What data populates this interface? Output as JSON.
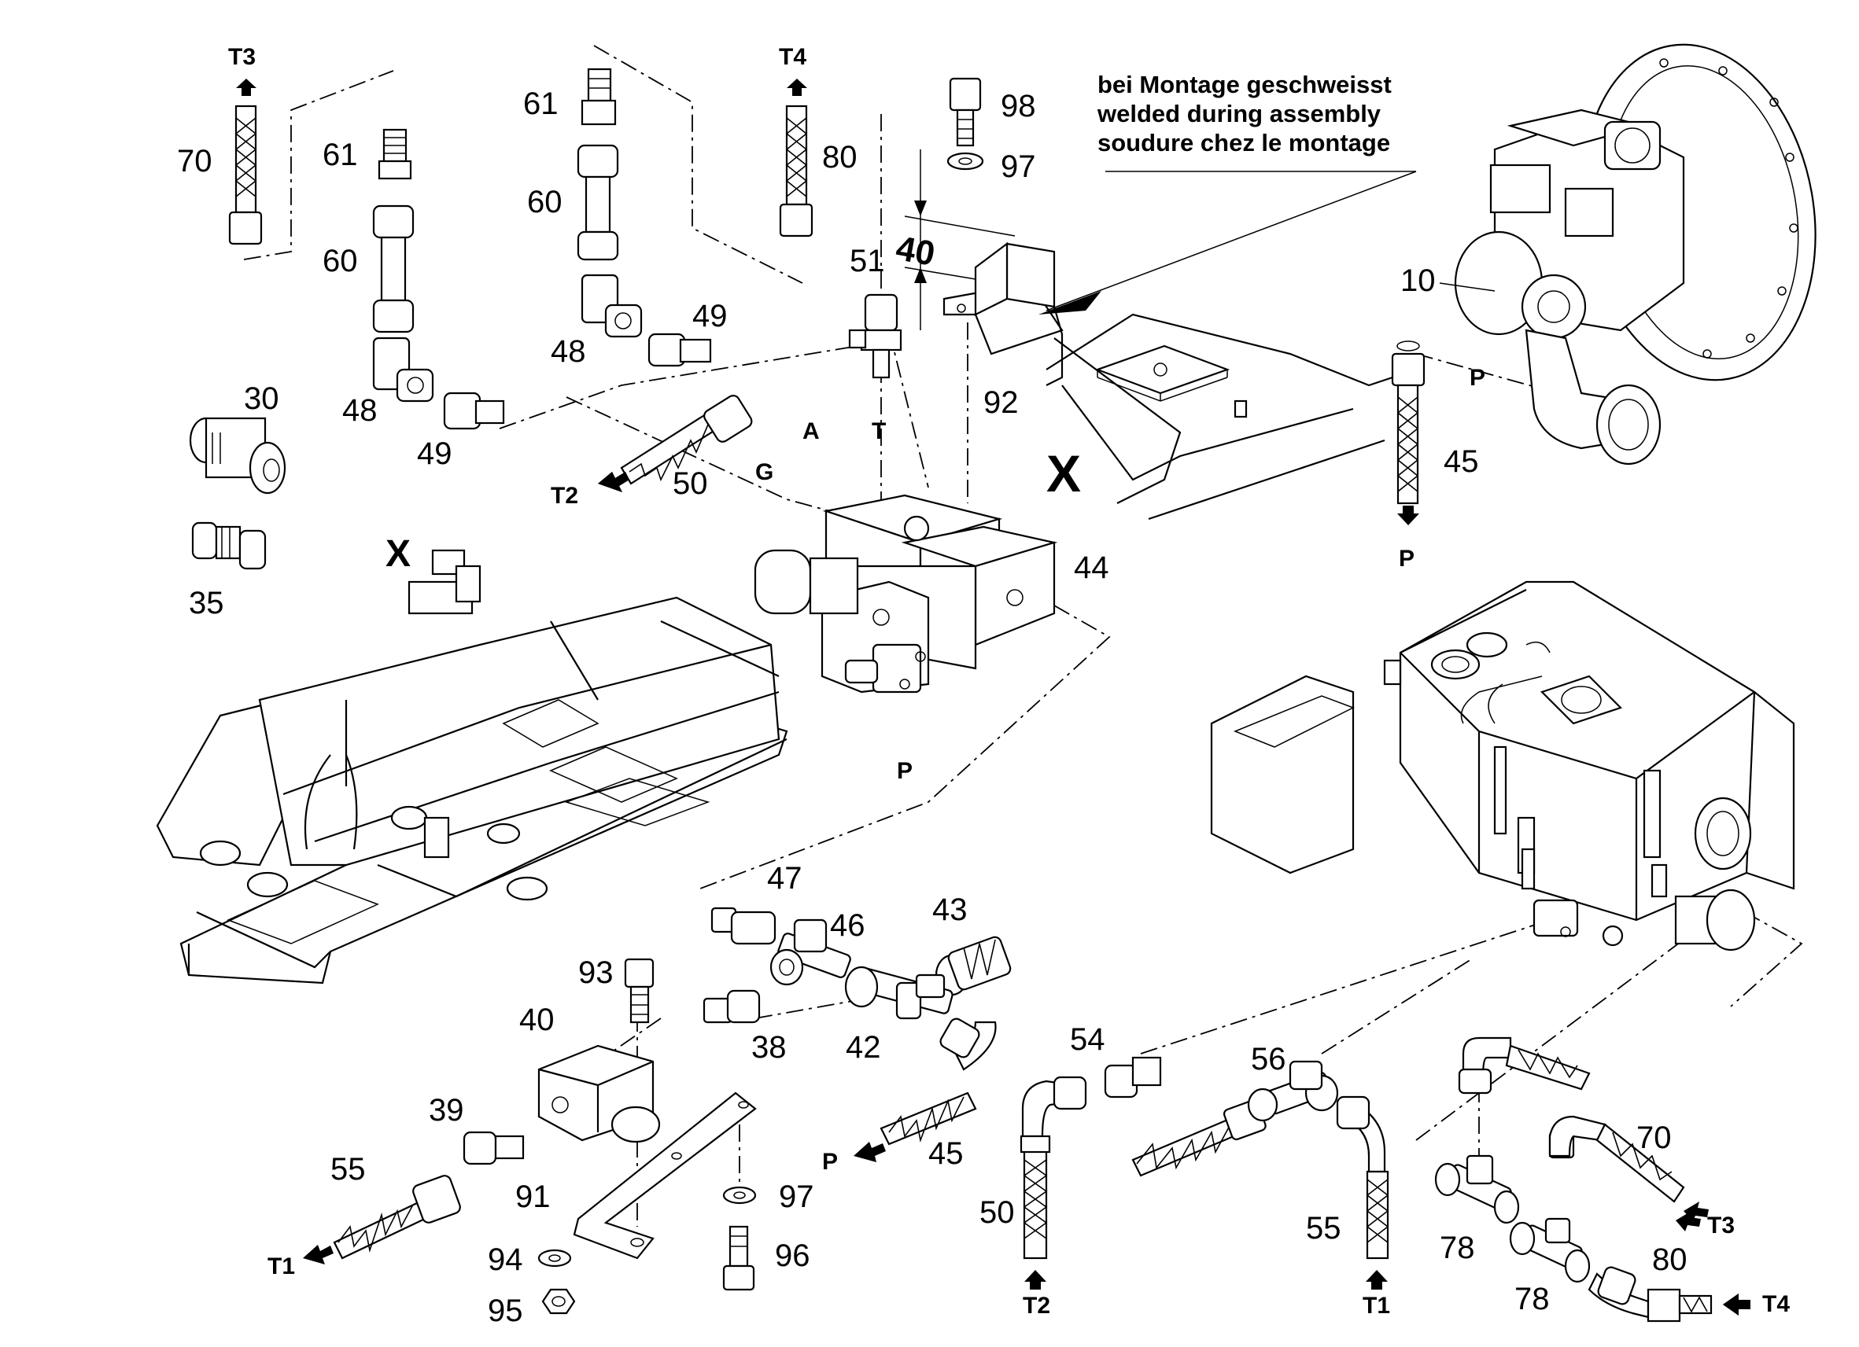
{
  "note": {
    "line1": "bei Montage geschweisst",
    "line2": "welded during assembly",
    "line3": "soudure chez le montage"
  },
  "dimension": "40",
  "view_markers": {
    "x_left": "X",
    "x_right": "X"
  },
  "line_letters": {
    "A": "A",
    "G": "G",
    "T": "T",
    "P_mid": "P",
    "P_pump": "P"
  },
  "ports": {
    "T3_top": "T3",
    "T4_top": "T4",
    "T2_left": "T2",
    "P_pump_out": "P",
    "T1_left": "T1",
    "P_hose": "P",
    "T2_bottom": "T2",
    "T1_bottom": "T1",
    "T3_right": "T3",
    "T4_right": "T4"
  },
  "labels": {
    "l70a": "70",
    "l61a": "61",
    "l60a": "60",
    "l48a": "48",
    "l49a": "49",
    "l30": "30",
    "l35": "35",
    "l61b": "61",
    "l60b": "60",
    "l48b": "48",
    "l49b": "49",
    "l50a": "50",
    "l80a": "80",
    "l51": "51",
    "l98": "98",
    "l97a": "97",
    "l92": "92",
    "l44": "44",
    "l10": "10",
    "l45a": "45",
    "l47": "47",
    "l46": "46",
    "l43": "43",
    "l93": "93",
    "l40": "40",
    "l38": "38",
    "l42": "42",
    "l39": "39",
    "l55a": "55",
    "l91": "91",
    "l97b": "97",
    "l96": "96",
    "l94": "94",
    "l95": "95",
    "l45b": "45",
    "l54": "54",
    "l56": "56",
    "l50b": "50",
    "l55b": "55",
    "l70b": "70",
    "l78a": "78",
    "l78b": "78",
    "l80b": "80"
  }
}
